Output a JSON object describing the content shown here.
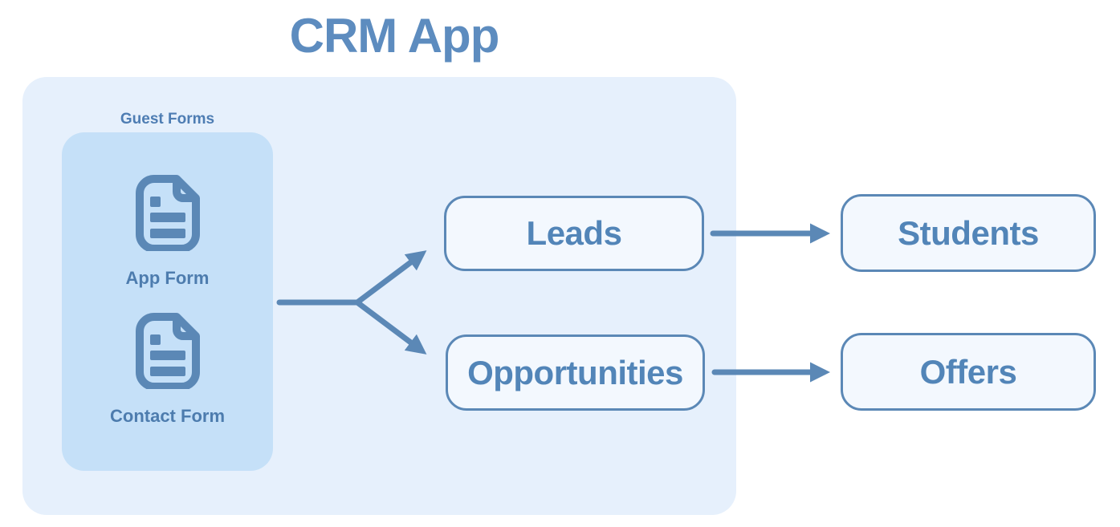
{
  "title": "CRM App",
  "guest_forms": {
    "label": "Guest Forms",
    "items": [
      {
        "label": "App Form",
        "icon": "document-icon"
      },
      {
        "label": "Contact Form",
        "icon": "document-icon"
      }
    ]
  },
  "nodes": [
    {
      "id": "leads",
      "label": "Leads"
    },
    {
      "id": "opportunities",
      "label": "Opportunities"
    },
    {
      "id": "students",
      "label": "Students"
    },
    {
      "id": "offers",
      "label": "Offers"
    }
  ],
  "edges": [
    {
      "from": "guest-forms",
      "to": "leads"
    },
    {
      "from": "guest-forms",
      "to": "opportunities"
    },
    {
      "from": "leads",
      "to": "students"
    },
    {
      "from": "opportunities",
      "to": "offers"
    }
  ],
  "colors": {
    "accent": "#5b88b6",
    "title_text": "#5d8cbf",
    "label_text": "#4e7db3",
    "node_text": "#5285b8",
    "container_fill": "#e6f0fc",
    "guest_box_fill": "#c5e0f8",
    "node_fill": "#f3f8fe",
    "canvas_bg": "#ffffff"
  }
}
